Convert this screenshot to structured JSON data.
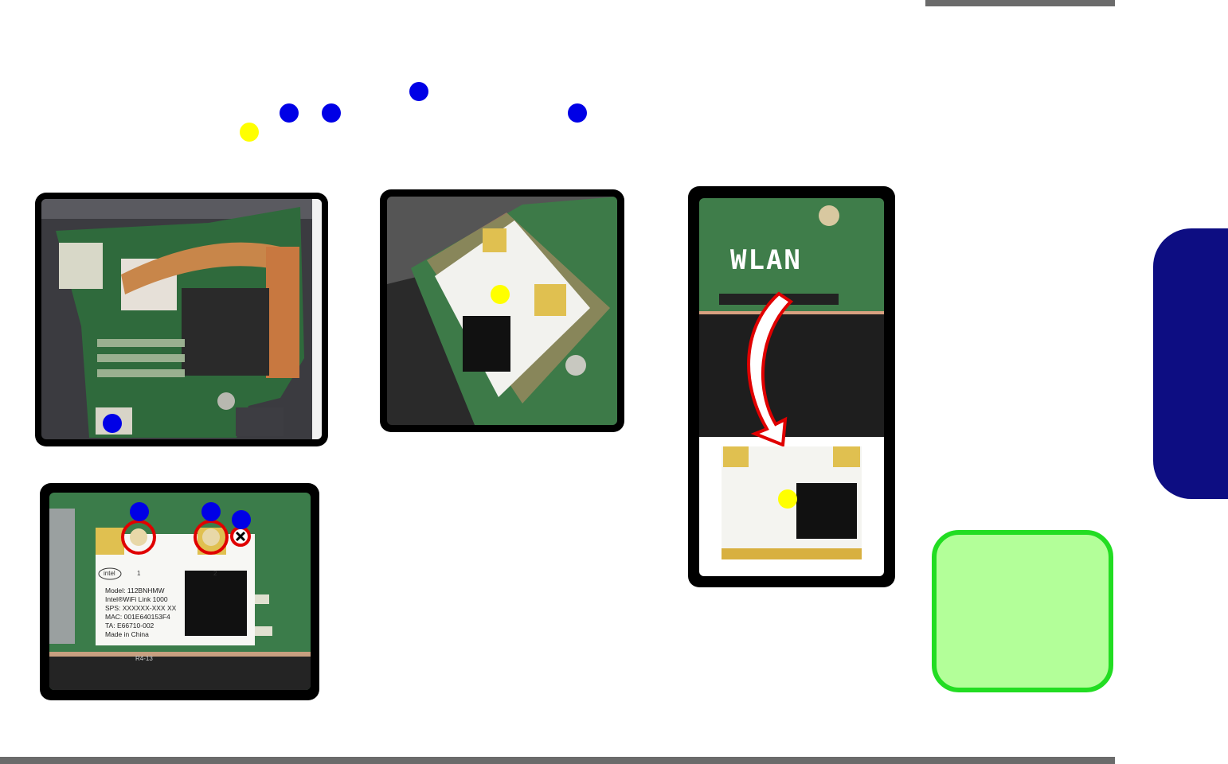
{
  "figure_callouts": {
    "marker_colors": {
      "component": "#0000e6",
      "module": "#ffff00"
    }
  },
  "photo_fig_3": {
    "silk_label": "WLAN"
  },
  "wlan_card_label": {
    "brand": "intel",
    "antenna_1": "1",
    "antenna_2": "2",
    "model": "Model: 112BNHMW",
    "product": "Intel®WiFi Link 1000",
    "sps": "SPS: XXXXXX-XXX XX",
    "mac": "MAC: 001E640153F4",
    "ta": "TA: E66710-002",
    "origin": "Made in China",
    "edge_mark": "R4-13"
  },
  "colors": {
    "side_tab": "#0d0d82",
    "note_border": "#22dd22",
    "note_fill": "#b3ff99",
    "bar": "#6b6b6b"
  }
}
